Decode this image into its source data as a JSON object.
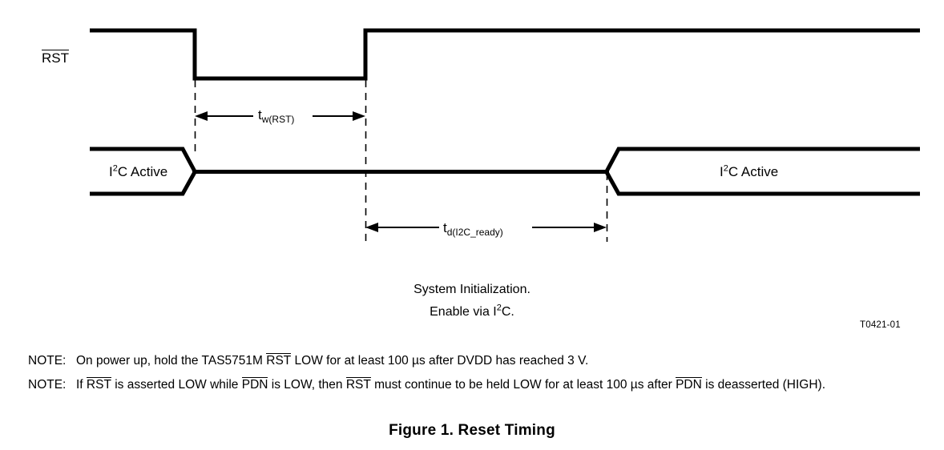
{
  "figure": {
    "id_code": "T0421-01",
    "caption": "Figure 1.  Reset Timing"
  },
  "signals": {
    "reset": {
      "name": "RST",
      "overlined": true,
      "description": "Active-low reset, high then pulsed low then high"
    },
    "i2c_left": {
      "label_main": "I",
      "label_sup": "2",
      "label_rest": "C Active"
    },
    "i2c_right": {
      "label_main": "I",
      "label_sup": "2",
      "label_rest": "C Active"
    }
  },
  "parameters": [
    {
      "name": "tw-rst",
      "base": "t",
      "subscript": "w(RST)",
      "from": "RST falling edge",
      "to": "RST rising edge"
    },
    {
      "name": "td-i2c-ready",
      "base": "t",
      "subscript": "d(I2C_ready)",
      "from": "RST rising edge",
      "to": "I2C Active resume"
    }
  ],
  "annotation": {
    "line1": "System Initialization.",
    "line2_prefix": "Enable via I",
    "line2_sup": "2",
    "line2_suffix": "C."
  },
  "notes": [
    {
      "label": "NOTE:",
      "segments": [
        {
          "text": "On power up, hold the TAS5751M ",
          "overline": false
        },
        {
          "text": "RST",
          "overline": true
        },
        {
          "text": " LOW for at least 100 µs after DVDD has reached 3 V.",
          "overline": false
        }
      ]
    },
    {
      "label": "NOTE:",
      "segments": [
        {
          "text": "If ",
          "overline": false
        },
        {
          "text": "RST",
          "overline": true
        },
        {
          "text": " is asserted LOW while ",
          "overline": false
        },
        {
          "text": "PDN",
          "overline": true
        },
        {
          "text": " is LOW, then ",
          "overline": false
        },
        {
          "text": "RST",
          "overline": true
        },
        {
          "text": " must continue to be held LOW for at least 100 µs after ",
          "overline": false
        },
        {
          "text": "PDN",
          "overline": true
        },
        {
          "text": " is deasserted (HIGH).",
          "overline": false
        }
      ]
    }
  ],
  "colors": {
    "line": "#000000",
    "background": "#ffffff"
  }
}
